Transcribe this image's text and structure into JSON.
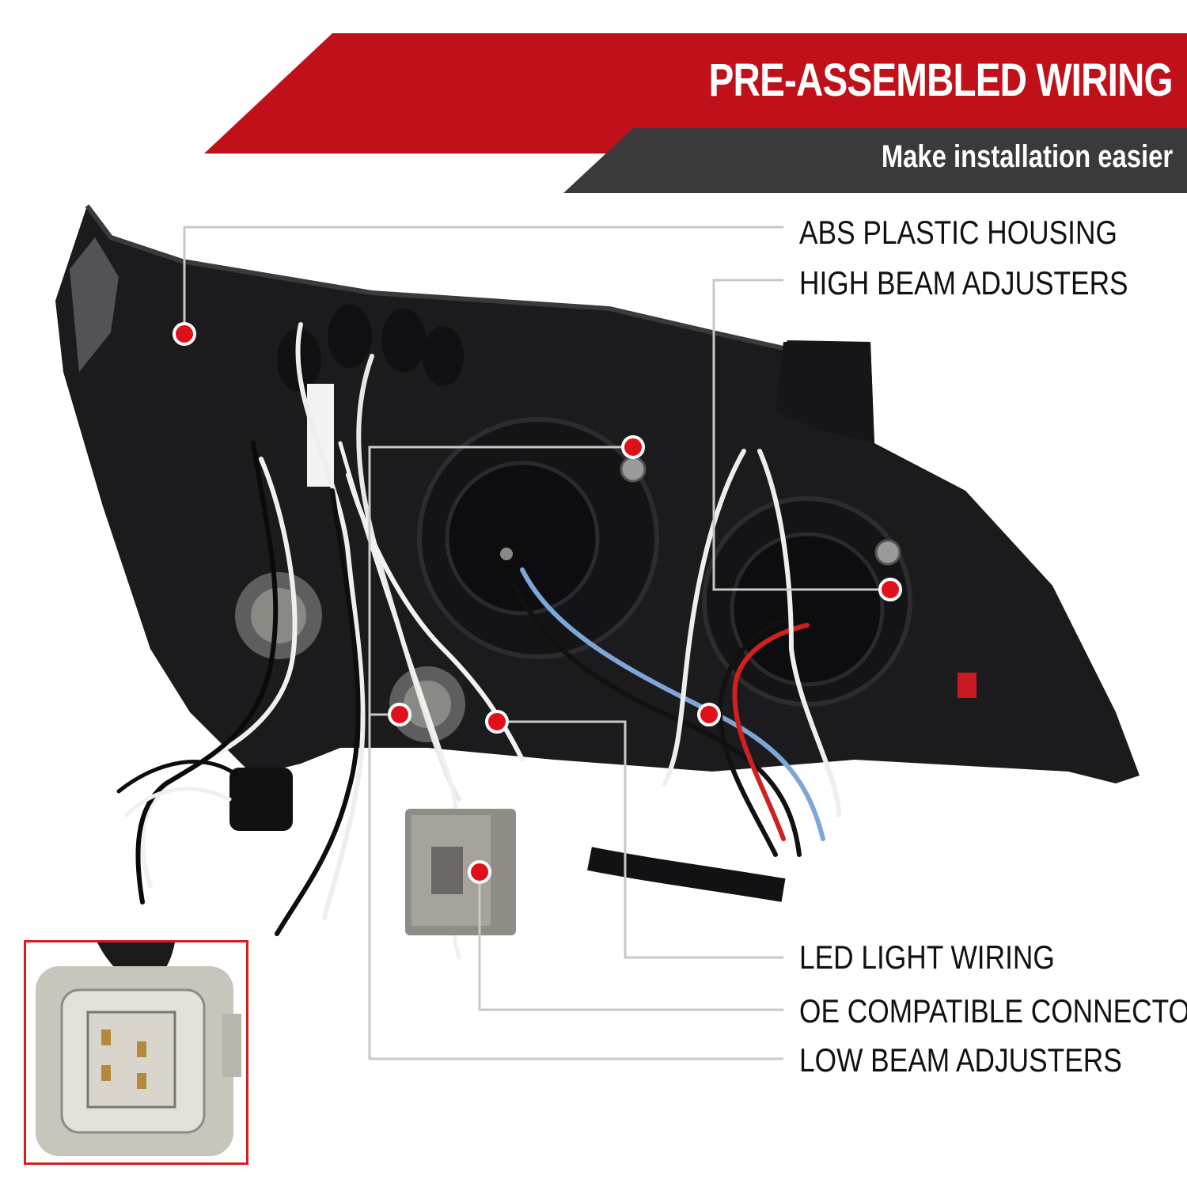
{
  "header": {
    "title": "PRE-ASSEMBLED WIRING",
    "subtitle": "Make installation easier"
  },
  "callouts": [
    {
      "label": "ABS PLASTIC HOUSING"
    },
    {
      "label": "HIGH BEAM ADJUSTERS"
    },
    {
      "label": "LED LIGHT WIRING"
    },
    {
      "label": "OE COMPATIBLE CONNECTOR"
    },
    {
      "label": "LOW BEAM ADJUSTERS"
    }
  ],
  "colors": {
    "banner_red": "#c0111a",
    "banner_dark": "#3a3a3a",
    "marker_red": "#e0101a",
    "housing": "#1b1b1d",
    "inset_border": "#d42020"
  }
}
